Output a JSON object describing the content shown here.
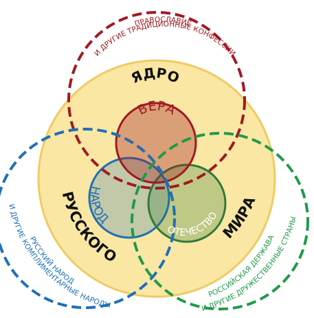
{
  "outer_circles": {
    "top": {
      "label_line1": "ПРАВОСЛАВИЕ",
      "label_line2": "И ДРУГИЕ ТРАДИЦИОННЫЕ КОНФЕССИИ",
      "color": "#a01a22"
    },
    "left": {
      "label_line1": "РУССКИЙ НАРОД",
      "label_line2": "И ДРУГИЕ КОМПЛИМЕНТАРНЫЕ НАРОДЫ",
      "color": "#1f6fb8"
    },
    "right": {
      "label_line1": "РОССИЙСКАЯ ДЕРЖАВА",
      "label_line2": "И ДРУГИЕ ДРУЖЕСТВЕННЫЕ СТРАНЫ",
      "color": "#1f9a4a"
    }
  },
  "core": {
    "word1": "ЯДРО",
    "word2": "РУССКОГО",
    "word3": "МИРА",
    "fill_color": "#f9e7a3",
    "stroke_color": "#efcb63"
  },
  "inner_circles": {
    "top": {
      "label": "ВЕРА",
      "color": "#a01a22"
    },
    "left": {
      "label": "НАРОД",
      "color": "#1f6fb8"
    },
    "right": {
      "label": "ОТЕЧЕСТВО",
      "color": "#2f7a3a"
    }
  }
}
